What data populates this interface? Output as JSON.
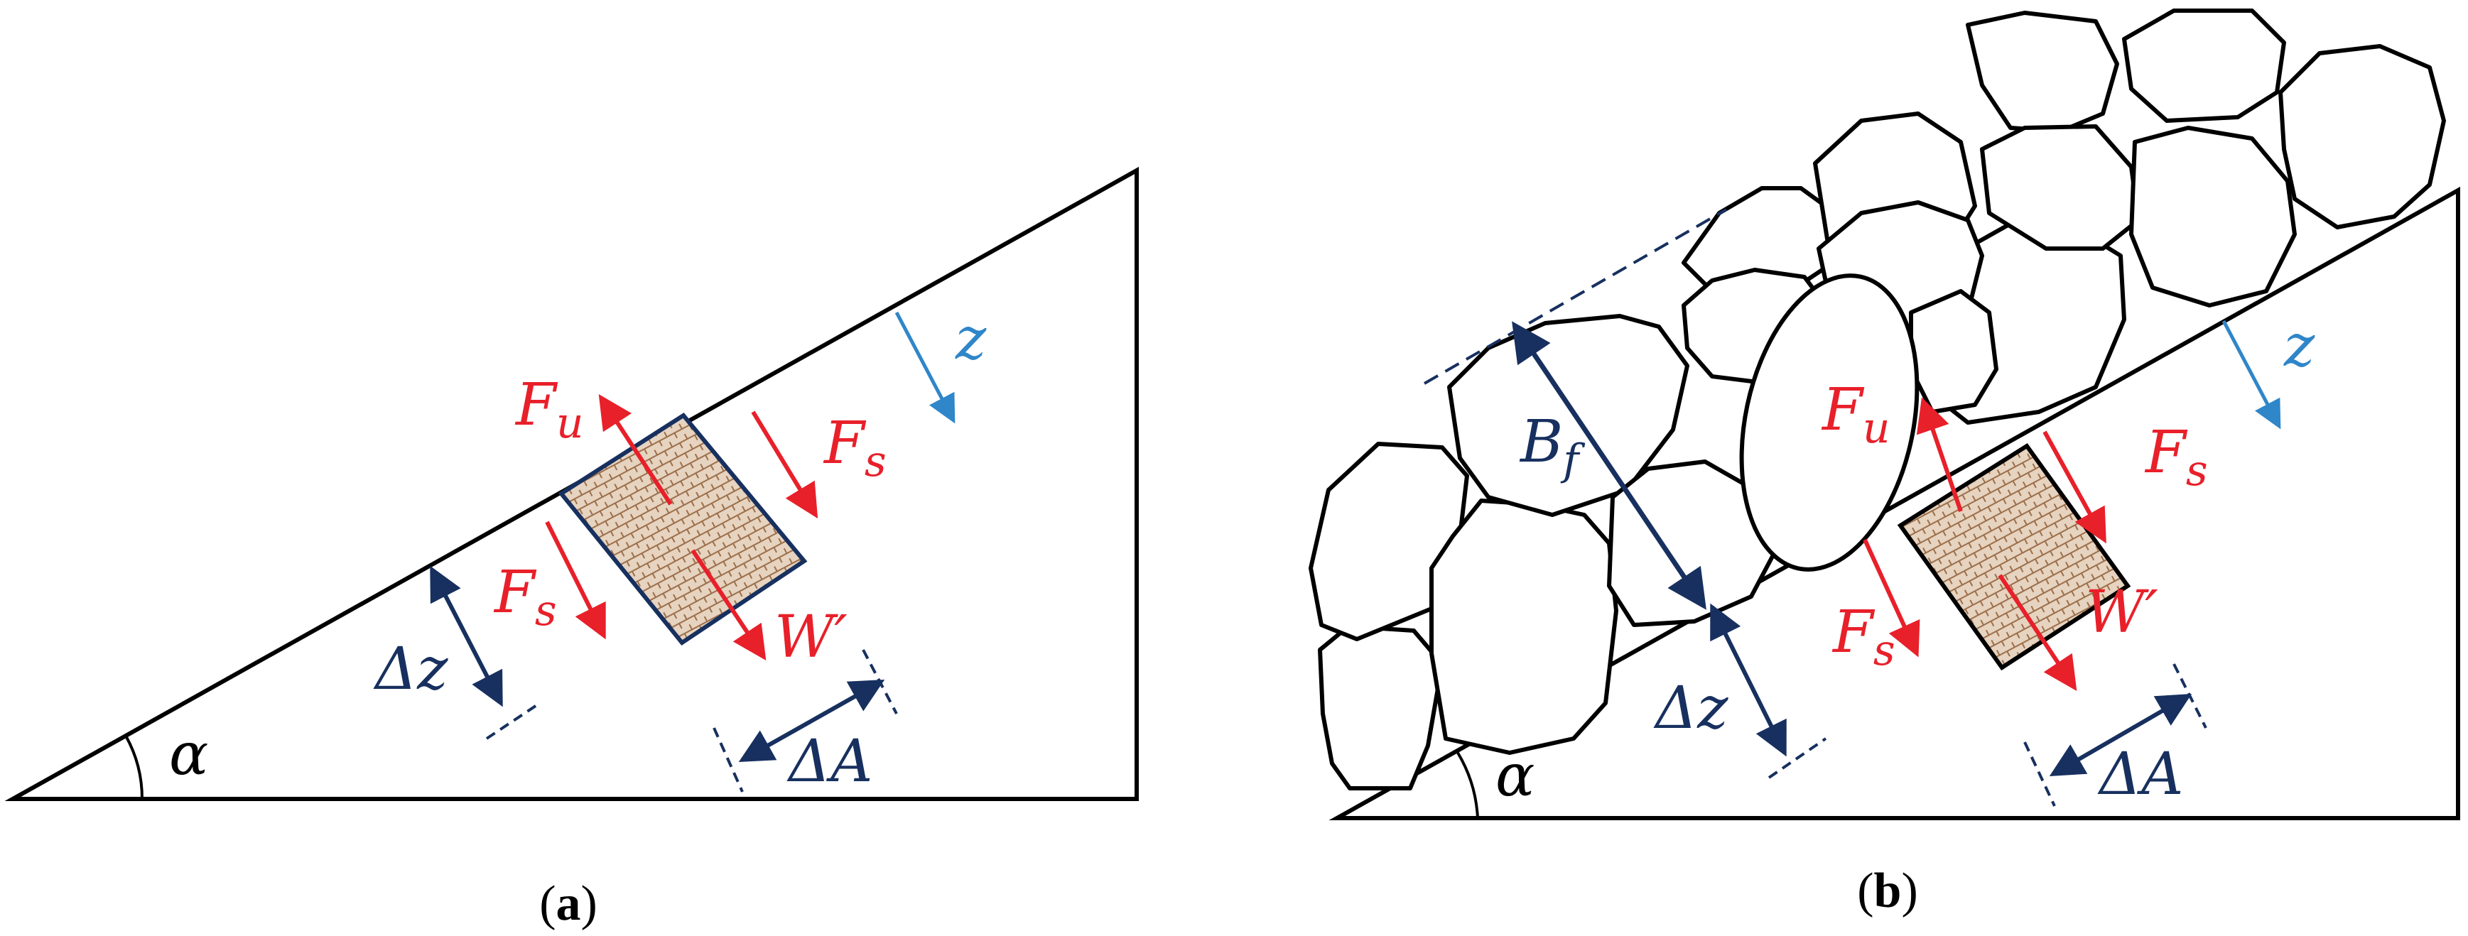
{
  "panels": {
    "a": {
      "caption_open": "(",
      "caption_letter": "a",
      "caption_close": ")",
      "labels": {
        "Fu_main": "F",
        "Fu_sub": "u",
        "Fs_top_main": "F",
        "Fs_top_sub": "s",
        "Fs_bot_main": "F",
        "Fs_bot_sub": "s",
        "W": "W′",
        "dz": "Δz",
        "dA": "ΔA",
        "z": "z",
        "alpha": "α"
      }
    },
    "b": {
      "caption_open": "(",
      "caption_letter": "b",
      "caption_close": ")",
      "labels": {
        "Bf_main": "B",
        "Bf_sub": "f",
        "Fu_main": "F",
        "Fu_sub": "u",
        "Fs_top_main": "F",
        "Fs_top_sub": "s",
        "Fs_bot_main": "F",
        "Fs_bot_sub": "s",
        "W": "W′",
        "dz": "Δz",
        "dA": "ΔA",
        "z": "z",
        "alpha": "α"
      }
    }
  },
  "colors": {
    "force": "#e8202a",
    "dimension": "#17305f",
    "axis": "#2f86c9",
    "outline": "#000000",
    "block_fill": "#d9bfa5"
  }
}
